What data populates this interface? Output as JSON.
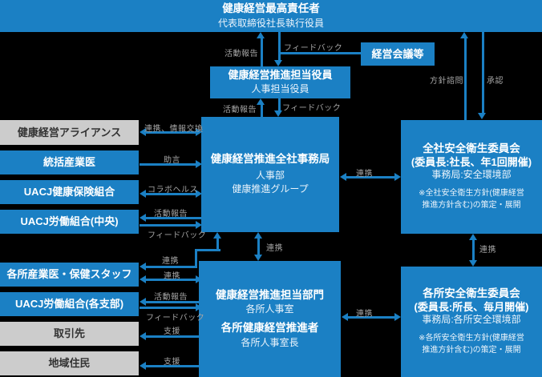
{
  "colors": {
    "blue": "#1b80c4",
    "gray": "#cccccc",
    "bg": "#000000",
    "label": "#a5a5a5"
  },
  "boxes": {
    "ceo": {
      "title": "健康経営最高責任者",
      "subtitle": "代表取締役社長執行役員"
    },
    "officer": {
      "title": "健康経営推進担当役員",
      "subtitle": "人事担当役員"
    },
    "management_meeting": {
      "title": "経営会議等"
    },
    "central_office": {
      "title": "健康経営推進全社事務局",
      "line2": "人事部",
      "line3": "健康推進グループ"
    },
    "company_committee": {
      "title": "全社安全衛生委員会",
      "chair": "(委員長:社長、年1回開催)",
      "secretariat": "事務局:安全環境部",
      "note": "※全社安全衛生方針(健康経営\n推進方針含む)の策定・展開"
    },
    "dept_office": {
      "title": "健康経営推進担当部門",
      "sub1": "各所人事室",
      "title2": "各所健康経営推進者",
      "sub2": "各所人事室長"
    },
    "site_committee": {
      "title": "各所安全衛生委員会",
      "chair": "(委員長:所長、毎月開催)",
      "secretariat": "事務局:各所安全環境部",
      "note": "※各所安全衛生方針(健康経営\n推進方針含む)の策定・展開"
    }
  },
  "left_boxes": [
    {
      "label": "健康経営アライアンス",
      "variant": "gray"
    },
    {
      "label": "統括産業医",
      "variant": "blue"
    },
    {
      "label": "UACJ健康保険組合",
      "variant": "blue"
    },
    {
      "label": "UACJ労働組合(中央)",
      "variant": "blue"
    },
    {
      "label": "各所産業医・保健スタッフ",
      "variant": "blue"
    },
    {
      "label": "UACJ労働組合(各支部)",
      "variant": "blue"
    },
    {
      "label": "取引先",
      "variant": "gray"
    },
    {
      "label": "地域住民",
      "variant": "gray"
    }
  ],
  "flow_labels": {
    "top_activity_report": "活動報告",
    "top_feedback": "フィードバック",
    "mid_activity_report": "活動報告",
    "mid_feedback": "フィードバック",
    "policy_consult": "方針諮問",
    "approval": "承認",
    "alliance_link": "連携、情報交換",
    "advice": "助言",
    "collabo_health": "コラボヘルス",
    "union_central_report": "活動報告",
    "union_central_feedback": "フィードバック",
    "site_staff_link_office": "連携",
    "site_staff_link_dept": "連携",
    "union_branch_report": "活動報告",
    "union_branch_feedback": "フィードバック",
    "supplier_support": "支援",
    "residents_support": "支援",
    "office_committee_link": "連携",
    "office_dept_link": "連携",
    "committees_link": "連携",
    "dept_committee_link": "連携"
  }
}
